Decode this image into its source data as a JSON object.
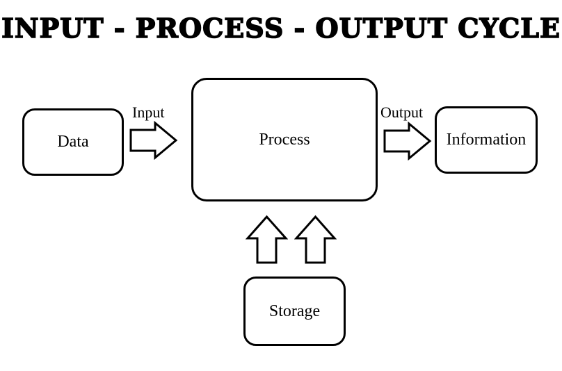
{
  "title": "INPUT - PROCESS - OUTPUT CYCLE",
  "nodes": {
    "data": {
      "label": "Data"
    },
    "process": {
      "label": "Process"
    },
    "information": {
      "label": "Information"
    },
    "storage": {
      "label": "Storage"
    }
  },
  "arrows": {
    "input": {
      "label": "Input",
      "direction": "right",
      "from": "Data",
      "to": "Process"
    },
    "output": {
      "label": "Output",
      "direction": "right",
      "from": "Process",
      "to": "Information"
    },
    "storage_up_1": {
      "label": "",
      "direction": "up",
      "from": "Storage",
      "to": "Process"
    },
    "storage_up_2": {
      "label": "",
      "direction": "up",
      "from": "Storage",
      "to": "Process"
    }
  },
  "colors": {
    "background": "#ffffff",
    "stroke": "#000000",
    "text": "#000000"
  }
}
